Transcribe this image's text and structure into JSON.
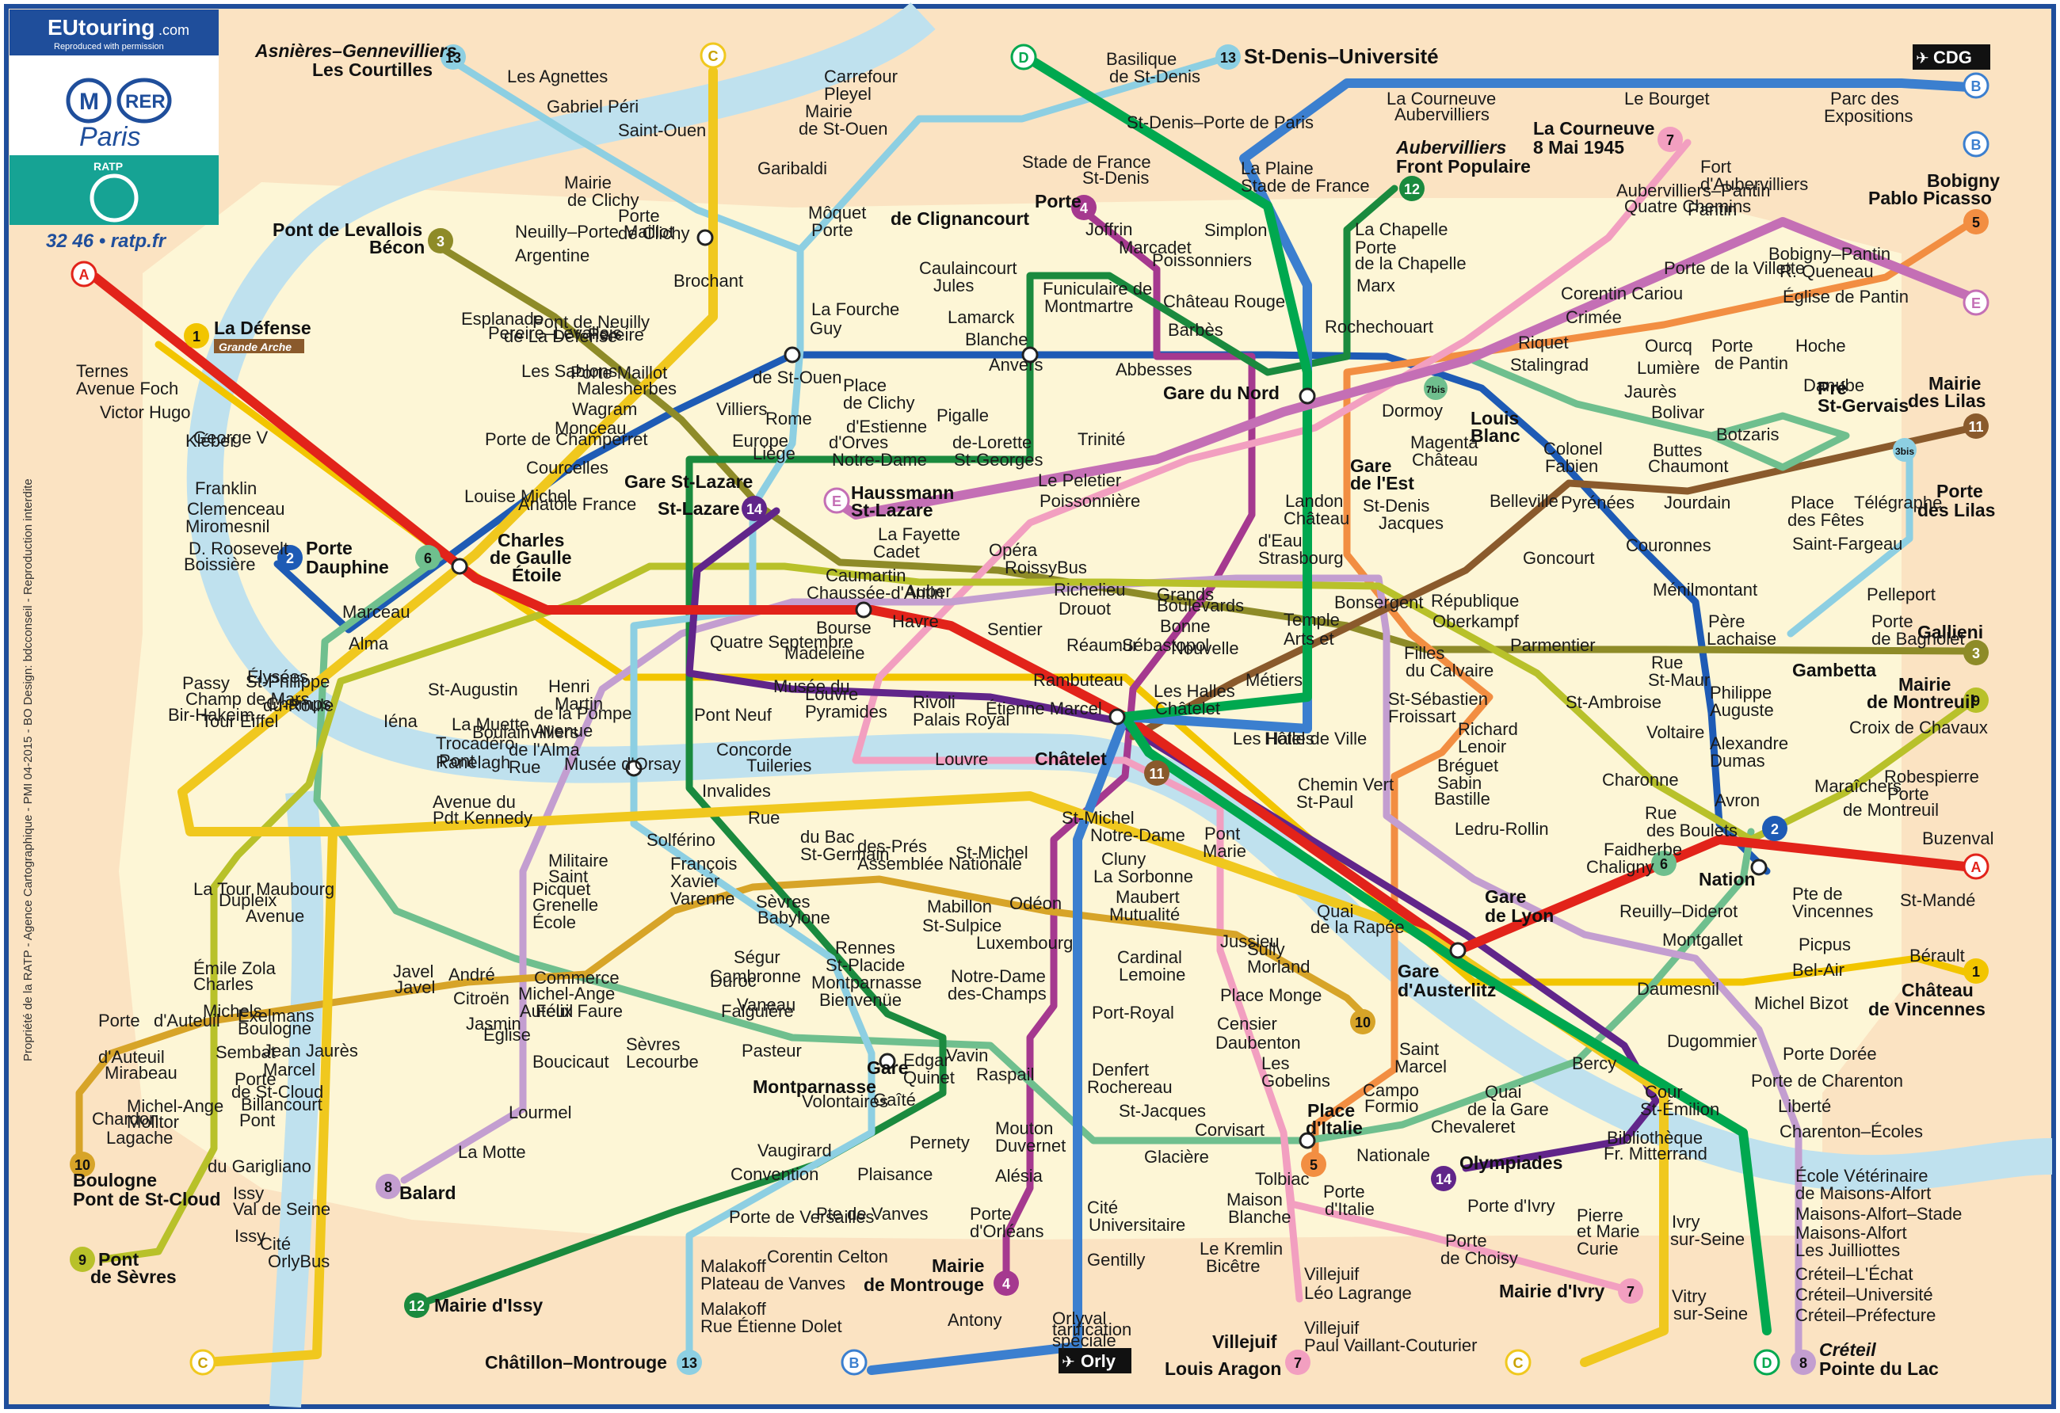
{
  "brand": {
    "site": "EUtouring",
    "site_suffix": ".com",
    "permission": "Reproduced with permission",
    "metro_letter": "M",
    "rer_letters": "RER",
    "city": "Paris",
    "operator": "RATP",
    "contact": "32 46  •  ratp.fr",
    "credits": "Propriété de la RATP - Agence Cartographique - PMI 04-2015 - BO Design: bdcconseil - Reproduction interdite"
  },
  "colors": {
    "background": "#fbe3c2",
    "innerzone": "#fdf6d6",
    "seine": "#bfe1ee",
    "frame": "#1f4e9b",
    "l1": "#f2c500",
    "l2": "#1e5bb5",
    "l3": "#8e8b28",
    "l4": "#a5398f",
    "l5": "#f28e42",
    "l6": "#6fbf8e",
    "l7": "#f29fc0",
    "l8": "#c39ed0",
    "l9": "#b8c12a",
    "l10": "#d7a428",
    "l11": "#8a5a2c",
    "l12": "#1a8a3e",
    "l13": "#8dcfe2",
    "l14": "#61258a",
    "rerA": "#e2231a",
    "rerB": "#3b7fcf",
    "rerC": "#f0c81e",
    "rerD": "#00a84f",
    "rerE": "#c46fb5"
  },
  "badges": [
    {
      "text": "1"
    },
    {
      "text": "2"
    },
    {
      "text": "3"
    },
    {
      "text": "4"
    },
    {
      "text": "5"
    },
    {
      "text": "6"
    },
    {
      "text": "7"
    },
    {
      "text": "8"
    },
    {
      "text": "9"
    },
    {
      "text": "10"
    },
    {
      "text": "11"
    },
    {
      "text": "12"
    },
    {
      "text": "13"
    },
    {
      "text": "14"
    },
    {
      "text": "3bis"
    },
    {
      "text": "7bis"
    },
    {
      "text": "A"
    },
    {
      "text": "B"
    },
    {
      "text": "C"
    },
    {
      "text": "D"
    },
    {
      "text": "E"
    }
  ],
  "terminus": {
    "t1": "Asnières–Gennevilliers",
    "t1b": "Les Courtilles",
    "t2": "St-Denis–Université",
    "t3": "La Courneuve",
    "t3b": "8 Mai 1945",
    "t4": "Bobigny",
    "t4b": "Pablo Picasso",
    "t5": "Mairie",
    "t5b": "des Lilas",
    "t6": "Gallieni",
    "t7": "Mairie",
    "t7b": "de Montreuil",
    "t8": "Château",
    "t8b": "de Vincennes",
    "t9": "Créteil",
    "t9b": "Pointe du Lac",
    "t10": "Mairie d'Ivry",
    "t11": "Villejuif",
    "t11b": "Louis Aragon",
    "t12": "Châtillon–Montrouge",
    "t13": "Mairie d'Issy",
    "t14": "Pont",
    "t14b": "de Sèvres",
    "t15": "Boulogne",
    "t15b": "Pont de St-Cloud",
    "t16": "Balard",
    "t17": "Mairie",
    "t17b": "de Montrouge",
    "t18": "La Défense",
    "t18b": "Grande Arche",
    "t19": "Pont de Levallois",
    "t19b": "Bécon",
    "t20": "Porte",
    "t20b": "Dauphine",
    "t21": "Porte",
    "t21b": "de Clignancourt",
    "t22": "Aubervilliers",
    "t22b": "Front Populaire",
    "t23": "Olympiades",
    "t24": "Gare",
    "t24b": "Montparnasse",
    "t25": "Châtelet",
    "t26": "Gare du Nord",
    "t27": "Gare",
    "t27b": "de l'Est",
    "t28": "Gare",
    "t28b": "de Lyon",
    "t29": "Gare",
    "t29b": "d'Austerlitz",
    "t30": "Nation",
    "t31": "Charles",
    "t31b": "de Gaulle",
    "t31c": "Étoile",
    "t32": "Gare St-Lazare",
    "t32b": "St-Lazare",
    "t33": "Haussmann",
    "t33b": "St-Lazare",
    "t34": "Place",
    "t34b": "d'Italie",
    "t35": "Louis",
    "t35b": "Blanc",
    "t36": "Pré",
    "t36b": "St-Gervais",
    "t37": "Porte",
    "t37b": "des Lilas",
    "t38": "Gambetta",
    "t39": "CDG",
    "t40": "Orly"
  },
  "stations": [
    "Les Agnettes",
    "Gabriel Péri",
    "Saint-Ouen",
    "Mairie",
    "de Clichy",
    "Porte",
    "de Clichy",
    "Brochant",
    "Mairie",
    "de St-Ouen",
    "Garibaldi",
    "Carrefour",
    "Pleyel",
    "Basilique",
    "de St-Denis",
    "St-Denis–Porte de Paris",
    "Stade de France",
    "St-Denis",
    "La Plaine",
    "Stade de France",
    "La Courneuve",
    "Aubervilliers",
    "Le Bourget",
    "Parc des",
    "Expositions",
    "Fort",
    "d'Aubervilliers",
    "Aubervilliers–Pantin",
    "Quatre Chemins",
    "Pantin",
    "Bobigny–Pantin",
    "R. Queneau",
    "Église de Pantin",
    "Porte de la Villette",
    "Corentin Cariou",
    "Crimée",
    "Riquet",
    "Stalingrad",
    "Ourcq",
    "Lumière",
    "Porte",
    "de Pantin",
    "Hoche",
    "Jaurès",
    "Bolivar",
    "Danube",
    "Botzaris",
    "Colonel",
    "Fabien",
    "Buttes",
    "Chaumont",
    "Belleville",
    "Pyrénées",
    "Jourdain",
    "Place",
    "des Fêtes",
    "Télégraphe",
    "Saint-Fargeau",
    "Pelleport",
    "Porte",
    "de Bagnolet",
    "Couronnes",
    "Ménilmontant",
    "Père",
    "Lachaise",
    "Goncourt",
    "République",
    "Oberkampf",
    "Parmentier",
    "Rue",
    "St-Maur",
    "St-Ambroise",
    "Philippe",
    "Auguste",
    "Alexandre",
    "Dumas",
    "Voltaire",
    "Charonne",
    "Avron",
    "Maraîchers",
    "Buzenval",
    "Croix de Chavaux",
    "Robespierre",
    "Porte",
    "de Montreuil",
    "Rue",
    "des Boulets",
    "Faidherbe",
    "Chaligny",
    "Reuilly–Diderot",
    "Pte de",
    "Vincennes",
    "St-Mandé",
    "Bérault",
    "Picpus",
    "Bel-Air",
    "Montgallet",
    "Daumesnil",
    "Michel Bizot",
    "Porte Dorée",
    "Porte de Charenton",
    "Liberté",
    "Charenton–Écoles",
    "École Vétérinaire",
    "de Maisons-Alfort",
    "Maisons-Alfort–Stade",
    "Maisons-Alfort",
    "Les Juilliottes",
    "Créteil–L'Échat",
    "Créteil–Université",
    "Créteil–Préfecture",
    "Dugommier",
    "Bercy",
    "Cour",
    "St-Émilion",
    "Bibliothèque",
    "Fr. Mitterrand",
    "Quai",
    "de la Gare",
    "Chevaleret",
    "Nationale",
    "Porte d'Ivry",
    "Pierre",
    "et Marie",
    "Curie",
    "Ivry",
    "sur-Seine",
    "Vitry",
    "sur-Seine",
    "Porte",
    "de Choisy",
    "Porte",
    "d'Italie",
    "Maison",
    "Blanche",
    "Tolbiac",
    "Le Kremlin",
    "Bicêtre",
    "Villejuif",
    "Léo Lagrange",
    "Villejuif",
    "Paul Vaillant-Couturier",
    "Corvisart",
    "Glacière",
    "Les",
    "Gobelins",
    "Campo",
    "Formio",
    "Saint",
    "Marcel",
    "Censier",
    "Daubenton",
    "Place Monge",
    "Jussieu",
    "Quai",
    "de la Rapée",
    "Sully",
    "Morland",
    "Pont",
    "Marie",
    "Maubert",
    "Mutualité",
    "Cardinal",
    "Lemoine",
    "Cluny",
    "La Sorbonne",
    "St-Michel",
    "Notre-Dame",
    "St-Michel",
    "Odéon",
    "Mabillon",
    "St-Sulpice",
    "Luxembourg",
    "Port-Royal",
    "Denfert",
    "Rochereau",
    "St-Jacques",
    "Cité",
    "Universitaire",
    "Gentilly",
    "Antony",
    "Orlyval",
    "tarification",
    "spéciale",
    "Raspail",
    "Mouton",
    "Duvernet",
    "Alésia",
    "Porte",
    "d'Orléans",
    "Edgar",
    "Quinet",
    "Gaîté",
    "Pernety",
    "Plaisance",
    "Pte de Vanves",
    "Malakoff",
    "Plateau de Vanves",
    "Malakoff",
    "Rue Étienne Dolet",
    "Vavin",
    "Notre-Dame",
    "des-Champs",
    "Rennes",
    "St-Placide",
    "Montparnasse",
    "Bienvenüe",
    "Falguière",
    "Pasteur",
    "Volontaires",
    "Vaugirard",
    "Convention",
    "Porte de Versailles",
    "Corentin Celton",
    "Sèvres",
    "Lecourbe",
    "Duroc",
    "Vaneau",
    "Sèvres",
    "Babylone",
    "Ségur",
    "Cambronne",
    "Commerce",
    "Félix Faure",
    "Boucicaut",
    "Lourmel",
    "La Motte",
    "Picquet",
    "Grenelle",
    "École",
    "Militaire",
    "Saint",
    "François",
    "Xavier",
    "Varenne",
    "Solférino",
    "Rue",
    "du Bac",
    "St-Germain",
    "des-Prés",
    "Assemblée Nationale",
    "Invalides",
    "Musée d'Orsay",
    "Tuileries",
    "Concorde",
    "Pont Neuf",
    "Louvre",
    "Rivoli",
    "Palais Royal",
    "Musée du",
    "Louvre",
    "Pyramides",
    "Madeleine",
    "Quatre Septembre",
    "Bourse",
    "Sentier",
    "Réaumur",
    "Sébastopol",
    "Bonne",
    "Nouvelle",
    "Grands",
    "Boulevards",
    "Richelieu",
    "Drouot",
    "Opéra",
    "RoissyBus",
    "Auber",
    "Havre",
    "Caumartin",
    "Chaussée-d'Antin",
    "La Fayette",
    "Cadet",
    "Le Peletier",
    "Poissonnière",
    "Trinité",
    "d'Estienne",
    "d'Orves",
    "Notre-Dame",
    "de-Lorette",
    "St-Georges",
    "Pigalle",
    "Anvers",
    "Abbesses",
    "Lamarck",
    "Caulaincourt",
    "Jules",
    "Joffrin",
    "Simplon",
    "Marcadet",
    "Poissonniers",
    "Château Rouge",
    "Barbès",
    "Rochechouart",
    "La Chapelle",
    "Porte",
    "de la Chapelle",
    "Marx",
    "Dormoy",
    "Magenta",
    "Château",
    "Landon",
    "Château",
    "d'Eau",
    "Strasbourg",
    "St-Denis",
    "Jacques",
    "Bonsergent",
    "Temple",
    "Arts et",
    "Métiers",
    "Rambuteau",
    "Étienne Marcel",
    "Les Halles",
    "Châtelet",
    "Les Halles",
    "Hôtel de Ville",
    "Chemin Vert",
    "St-Paul",
    "Filles",
    "du Calvaire",
    "St-Sébastien",
    "Froissart",
    "Richard",
    "Lenoir",
    "Bréguet",
    "Sabin",
    "Bastille",
    "Ledru-Rollin",
    "Funiculaire de",
    "Montmartre",
    "Blanche",
    "Place",
    "de Clichy",
    "La Fourche",
    "Guy",
    "Môquet",
    "Porte",
    "de St-Ouen",
    "Rome",
    "Liège",
    "Europe",
    "Villiers",
    "Monceau",
    "Courcelles",
    "Malesherbes",
    "Wagram",
    "Pereire",
    "Pereire–Levallois",
    "Porte de Champerret",
    "Louise Michel",
    "Anatole France",
    "Esplanade",
    "de La Défense",
    "Pont de Neuilly",
    "Les Sablons",
    "Porte Maillot",
    "Neuilly–Porte Maillot",
    "Argentine",
    "Ternes",
    "Avenue Foch",
    "Victor Hugo",
    "Kléber",
    "George V",
    "Franklin",
    "D. Roosevelt",
    "Boissière",
    "Alma",
    "Marceau",
    "Champs",
    "Élysées",
    "Clemenceau",
    "Miromesnil",
    "St-Augustin",
    "St-Philippe",
    "du-Roule",
    "Iéna",
    "Trocadéro",
    "Pont",
    "de l'Alma",
    "Rue",
    "de la Pompe",
    "Avenue",
    "Henri",
    "Martin",
    "La Muette",
    "Boulainvilliers",
    "Ranelagh",
    "Avenue du",
    "Pdt Kennedy",
    "Passy",
    "Champ de Mars",
    "Tour Eiffel",
    "Bir-Hakeim",
    "La Tour Maubourg",
    "Dupleix",
    "Avenue",
    "Émile Zola",
    "Charles",
    "Michels",
    "Javel",
    "Javel",
    "André",
    "Citroën",
    "Jasmin",
    "Michel-Ange",
    "Auteuil",
    "Église",
    "d'Auteuil",
    "Porte",
    "d'Auteuil",
    "Mirabeau",
    "Michel-Ange",
    "Molitor",
    "Chardon",
    "Lagache",
    "Exelmans",
    "Boulogne",
    "Jean Jaurès",
    "Marcel",
    "Sembat",
    "Porte",
    "de St-Cloud",
    "Billancourt",
    "Pont",
    "du Garigliano",
    "Issy",
    "Val de Seine",
    "Issy",
    "Cité",
    "OrlyBus"
  ]
}
